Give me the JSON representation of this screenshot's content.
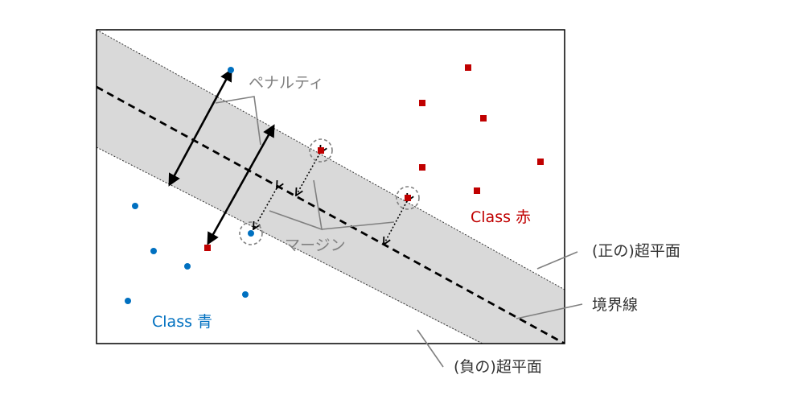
{
  "labels": {
    "penalty": "ペナルティ",
    "margin": "マージン",
    "class_red": "Class 赤",
    "class_blue": "Class 青",
    "positive_hyperplane": "(正の)超平面",
    "boundary": "境界線",
    "negative_hyperplane": "(負の)超平面"
  },
  "colors": {
    "red_points": "#c00000",
    "blue_points": "#0070c0",
    "label_gray": "#808080",
    "band_fill": "#d9d9d9",
    "frame": "#000000",
    "red_label": "#c00000",
    "blue_label": "#0070c0"
  }
}
